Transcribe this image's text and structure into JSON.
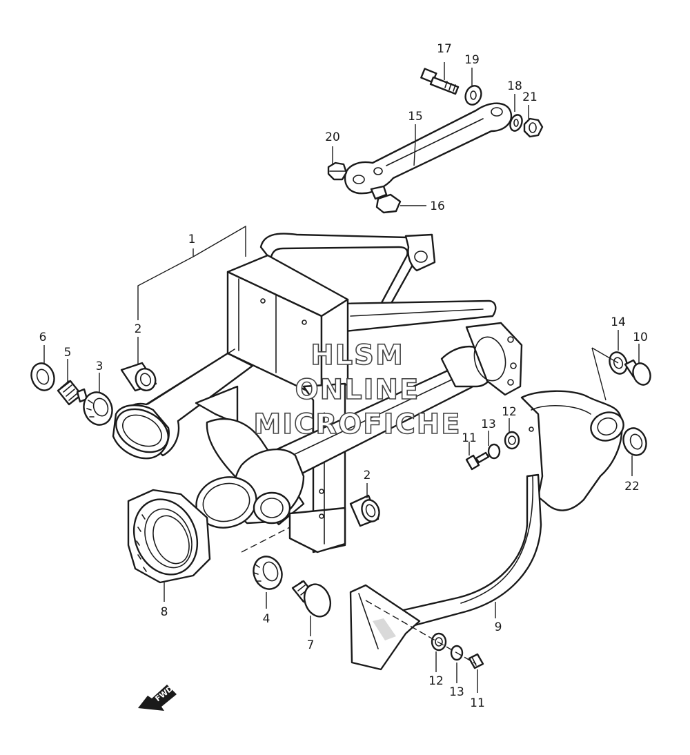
{
  "callouts": {
    "p1": "1",
    "p2a": "2",
    "p2b": "2",
    "p3": "3",
    "p4": "4",
    "p5": "5",
    "p6": "6",
    "p7": "7",
    "p8": "8",
    "p9": "9",
    "p10": "10",
    "p11a": "11",
    "p11b": "11",
    "p12a": "12",
    "p12b": "12",
    "p13a": "13",
    "p13b": "13",
    "p14": "14",
    "p15": "15",
    "p16": "16",
    "p17": "17",
    "p18": "18",
    "p19": "19",
    "p20": "20",
    "p21": "21",
    "p22": "22"
  },
  "watermark": {
    "line1": "HLSM",
    "line2": "ONLINE",
    "line3": "MICROFICHE"
  },
  "fwd_label": "FWD"
}
